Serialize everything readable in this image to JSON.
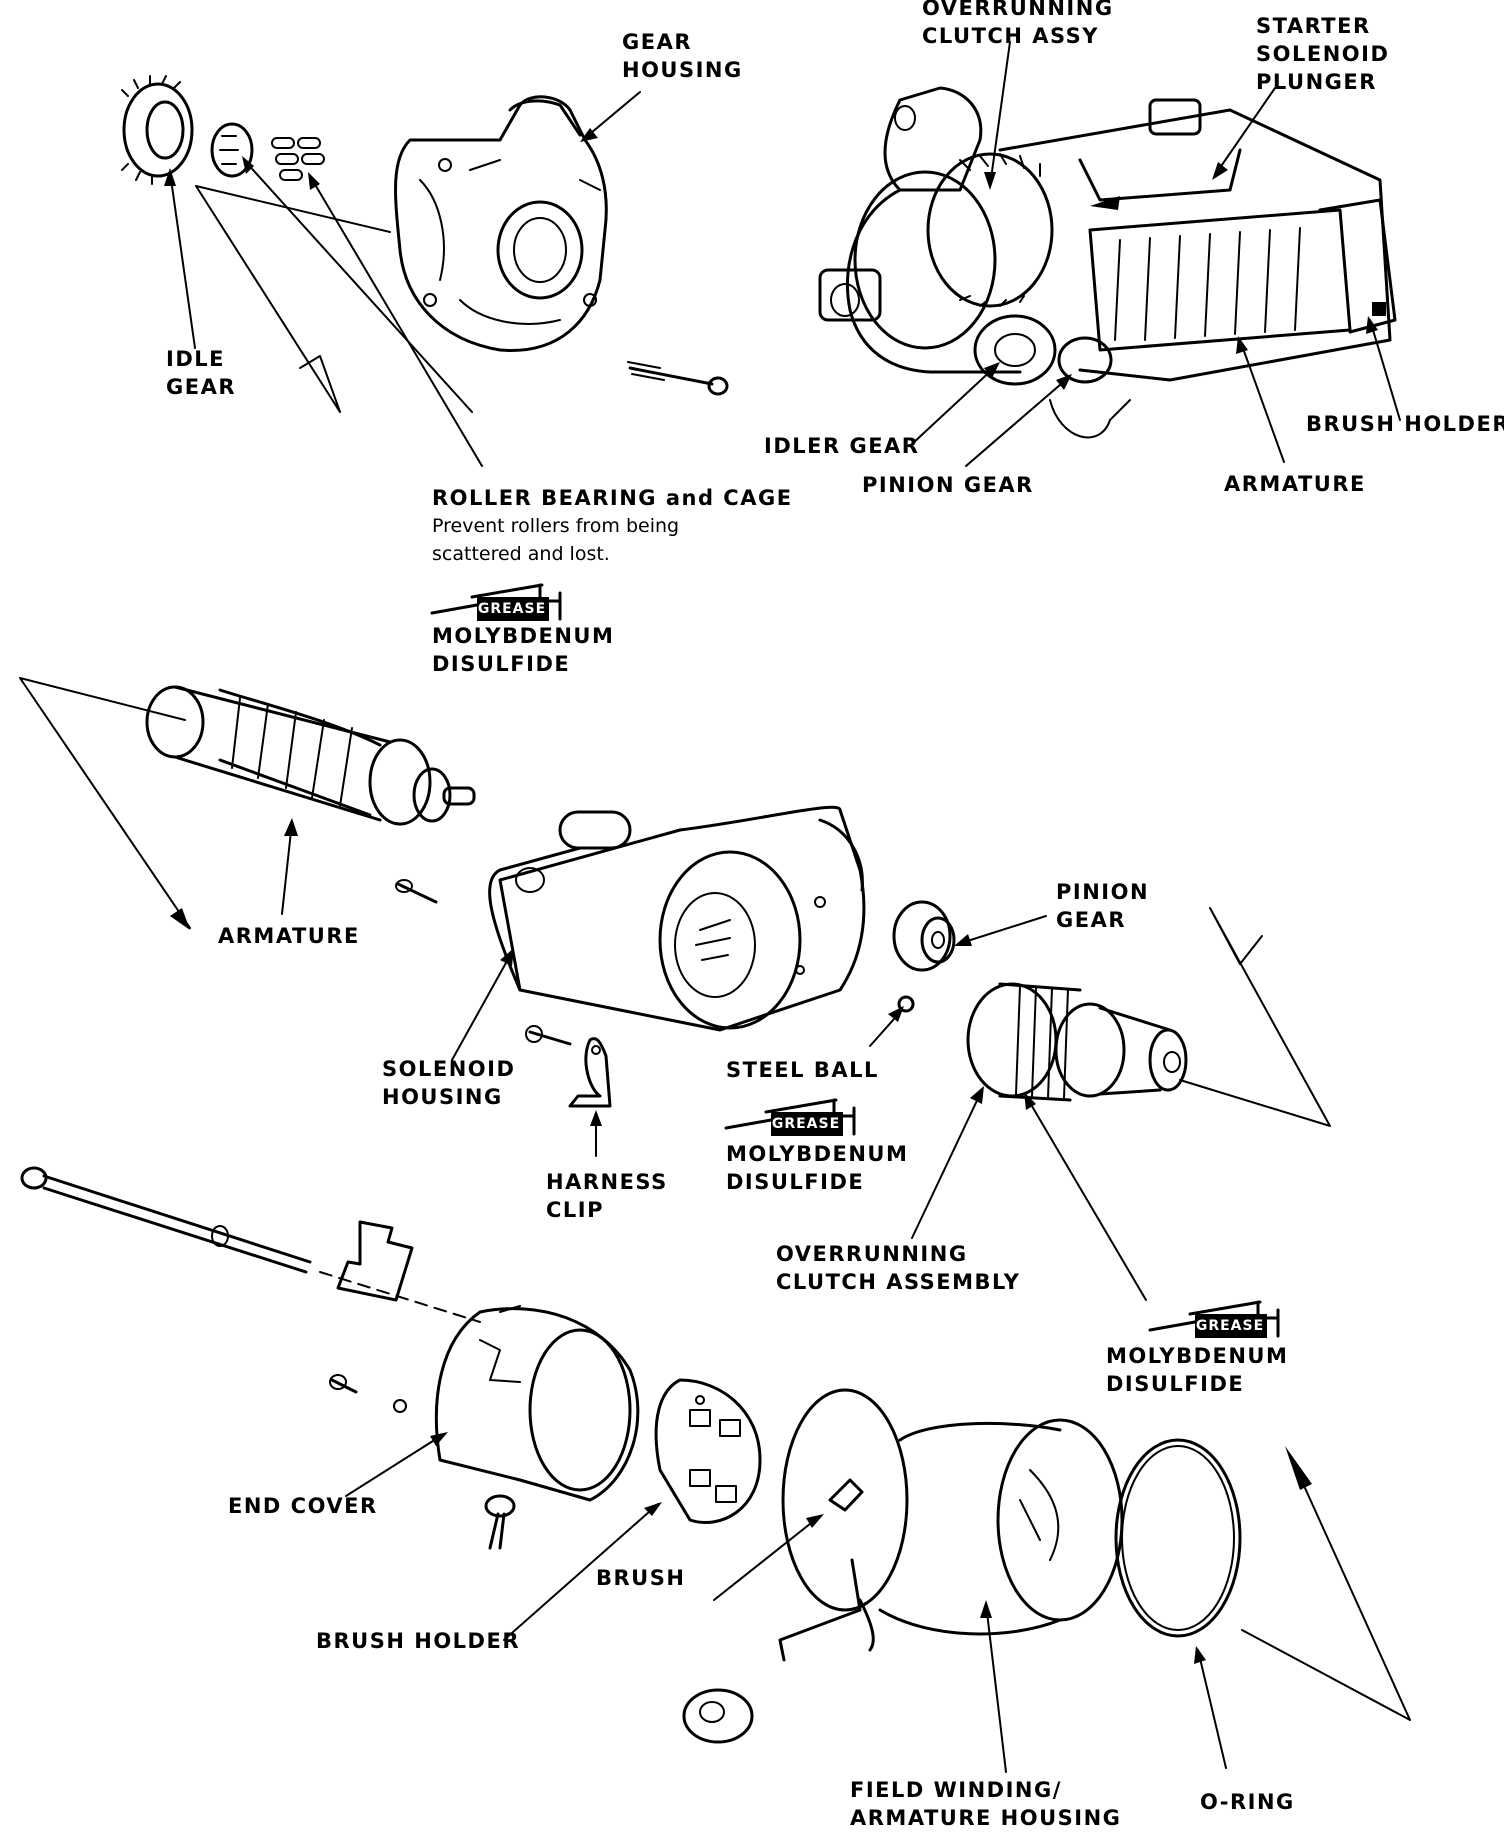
{
  "labels": {
    "gear_housing": [
      "GEAR",
      "HOUSING"
    ],
    "overrunning_clutch_assy": [
      "OVERRUNNING",
      "CLUTCH ASSY"
    ],
    "starter_solenoid_plunger": [
      "STARTER",
      "SOLENOID",
      "PLUNGER"
    ],
    "idle_gear": [
      "IDLE",
      "GEAR"
    ],
    "brush_holder_top": "BRUSH HOLDER",
    "idler_gear": "IDLER GEAR",
    "pinion_gear_top": "PINION GEAR",
    "armature_top": "ARMATURE",
    "roller_bearing_title": "ROLLER BEARING and CAGE",
    "roller_bearing_note": [
      "Prevent rollers from being",
      "scattered and lost."
    ],
    "moly_1": [
      "MOLYBDENUM",
      "DISULFIDE"
    ],
    "armature_mid": "ARMATURE",
    "pinion_gear_mid": [
      "PINION",
      "GEAR"
    ],
    "solenoid_housing": [
      "SOLENOID",
      "HOUSING"
    ],
    "steel_ball": "STEEL BALL",
    "moly_2": [
      "MOLYBDENUM",
      "DISULFIDE"
    ],
    "harness_clip": [
      "HARNESS",
      "CLIP"
    ],
    "overrunning_clutch_assembly": [
      "OVERRUNNING",
      "CLUTCH ASSEMBLY"
    ],
    "moly_3": [
      "MOLYBDENUM",
      "DISULFIDE"
    ],
    "end_cover": "END COVER",
    "brush": "BRUSH",
    "brush_holder_bottom": "BRUSH HOLDER",
    "field_winding": [
      "FIELD WINDING/",
      "ARMATURE HOUSING"
    ],
    "o_ring": "O-RING"
  },
  "grease_tag": "GREASE",
  "icons": [
    "grease-gun-icon"
  ]
}
